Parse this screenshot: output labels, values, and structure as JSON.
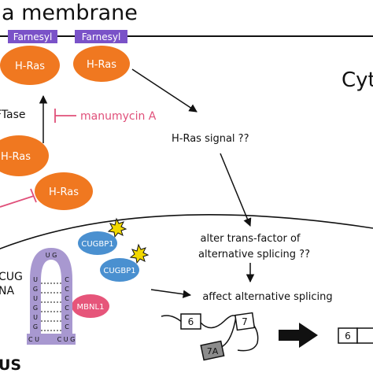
{
  "title": "a membrane",
  "compartment_label": "Cyt",
  "nucleus_label": "US",
  "farnesyl_labels": [
    "Farnesyl",
    "Farnesyl"
  ],
  "hras_labels": [
    "H-Ras",
    "H-Ras",
    "H-Ras",
    "H-Ras"
  ],
  "ftase_label": "FTase",
  "inhibitor_label": "manumycin A",
  "hras_signal_label": "H-Ras signal ??",
  "trans_factor_lines": [
    "alter trans-factor of",
    "alternative splicing ??"
  ],
  "affect_splicing_label": "affect alternative splicing",
  "proteins": {
    "cugbp1_top": "CUGBP1",
    "cugbp1_bottom": "CUGBP1",
    "mbnl1": "MBNL1"
  },
  "rna_label_lines": [
    "CUG",
    "NA"
  ],
  "exons": {
    "exon6": "6",
    "exon7": "7",
    "exon7a": "7A",
    "result6": "6"
  },
  "hairpin": {
    "loop": "U G",
    "left_strand": [
      "U",
      "G",
      "U",
      "G",
      "U",
      "G"
    ],
    "right_strand": [
      "C",
      "C",
      "C",
      "C",
      "C",
      "C"
    ],
    "base_left": "C U",
    "base_right": "C U G"
  },
  "colors": {
    "hras_fill": "#f07820",
    "farnesyl_fill": "#7a52c8",
    "inhibitor": "#e0507a",
    "protein_blue": "#4a90d0",
    "mbnl1_fill": "#e6557a",
    "hairpin_fill": "#a898d0",
    "exon7a_fill": "#8c8c8c",
    "star_fill": "#f2d800"
  }
}
